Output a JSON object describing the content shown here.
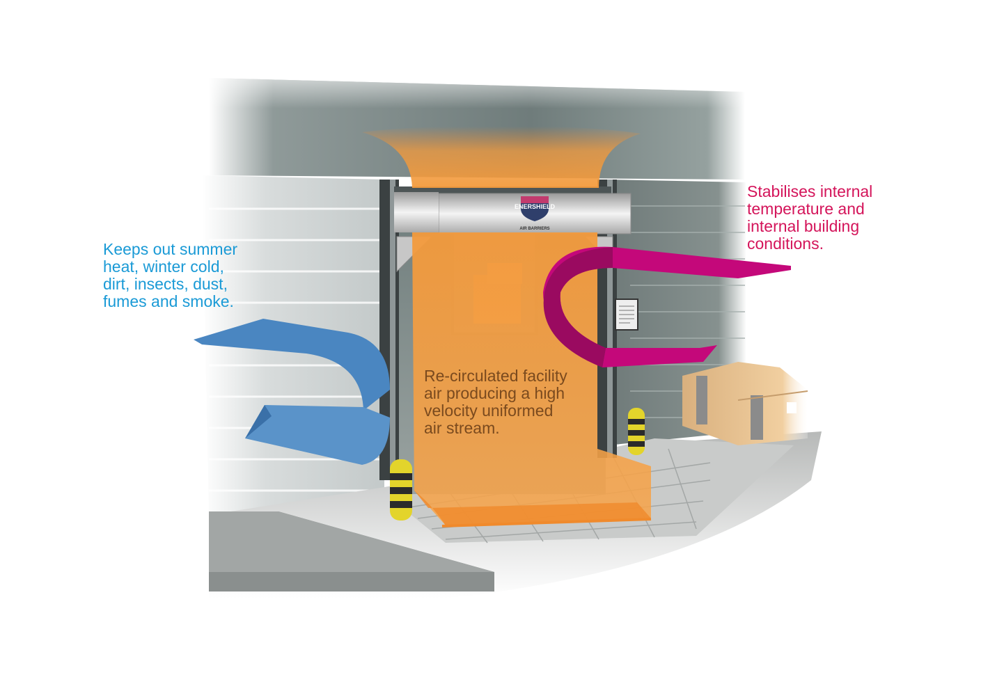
{
  "callouts": {
    "outside": {
      "text": "Keeps out summer\nheat, winter cold,\ndirt, insects, dust,\nfumes and smoke.",
      "color": "#1a9ad6"
    },
    "inside": {
      "text": "Stabilises internal\ntemperature and\ninternal building\nconditions.",
      "color": "#d4145a"
    },
    "airstream": {
      "text": "Re-circulated facility\nair producing a high\nvelocity uniformed\nair stream.",
      "color": "#7a4a1e"
    }
  },
  "unit_logo": {
    "brand": "ENERSHIELD",
    "tagline": "AIR BARRIERS"
  },
  "icons": {
    "outside_arrow": "blue-outside-air-arrow-icon",
    "inside_arrow": "magenta-inside-air-arrow-icon",
    "airstream": "orange-air-curtain-icon"
  },
  "colors": {
    "outside_arrow": "#4a86c1",
    "inside_arrow": "#c4087a",
    "airstream": "#f39a3c",
    "unit": "#c8c8c8",
    "wall": "#7f8b8a"
  }
}
